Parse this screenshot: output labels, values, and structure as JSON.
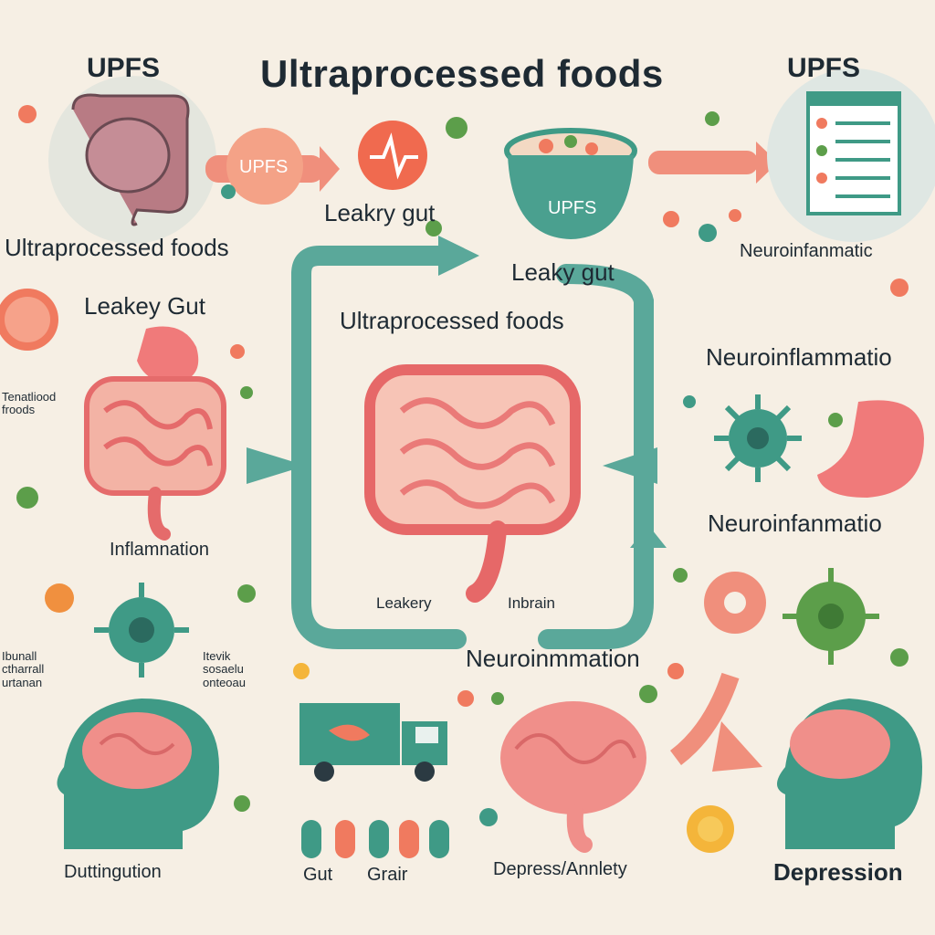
{
  "title": "Ultraprocessed foods",
  "labels": {
    "upfs_top_left": "UPFS",
    "upfs_top_right": "UPFS",
    "upfs_arrow": "UPFS",
    "upfs_bowl": "UPFS",
    "leaky_gut_top": "Leakry gut",
    "leaky_gut_right": "Leaky gut",
    "ultra_left": "Ultraprocessed foods",
    "leaky_gut_left": "Leakey Gut",
    "ultra_center": "Ultraprocessed foods",
    "neuro_right_1": "Neuroinfanmatic",
    "neuro_right_2": "Neuroinflammatio",
    "neuro_right_3": "Neuroinfanmatio",
    "inflammation": "Inflamnation",
    "leakery": "Leakery",
    "inbrain": "Inbrain",
    "neuro_center": "Neuroinmmation",
    "gut": "Gut",
    "grair": "Grair",
    "depress_anxiety": "Depress/Annlety",
    "depression": "Depression",
    "dut": "Duttingution",
    "tiny_left_1": "Tenatliood\nfroods",
    "tiny_left_2": "Ibunall\nctharrall\nurtanan",
    "tiny_center": "Itevik\nsosaelu\nonteoau"
  },
  "colors": {
    "teal": "#3f9a86",
    "teal_dark": "#2f7e72",
    "coral": "#f07a5f",
    "pink": "#f08f8a",
    "green": "#5c9e4a",
    "bg": "#f6efe4"
  }
}
